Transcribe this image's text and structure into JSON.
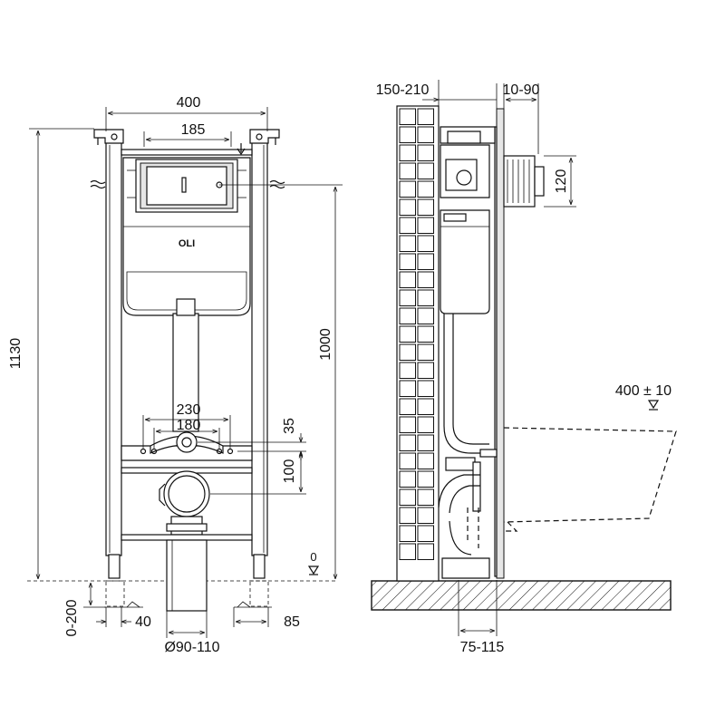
{
  "front_view": {
    "frame_width": "400",
    "button_plate_width": "185",
    "brand": "OLI",
    "frame_height": "1130",
    "reference_height": "1000",
    "bolt_spacing_outer": "230",
    "bolt_spacing_inner": "180",
    "offset_top": "35",
    "offset_drain": "100",
    "floor_mark": "0",
    "foot_adjust": "0-200",
    "foot_left": "40",
    "foot_right": "85",
    "drain_diameter": "Ø90-110"
  },
  "side_view": {
    "wall_depth": "150-210",
    "front_adjust": "10-90",
    "connection_height": "120",
    "seat_height": "400 ± 10",
    "drain_offset": "75-115"
  }
}
